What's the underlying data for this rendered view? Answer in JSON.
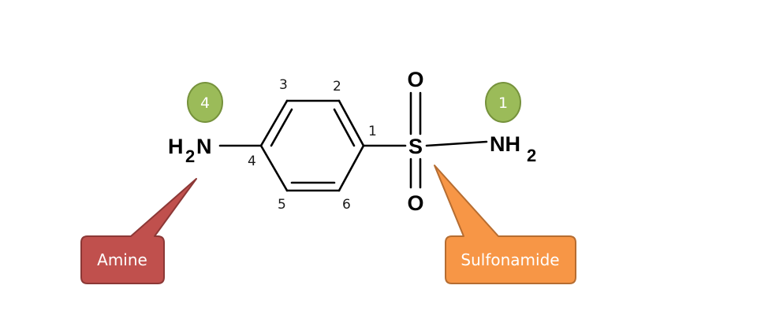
{
  "molecule": {
    "amine_group": {
      "h": "H",
      "sub": "2",
      "n": "N"
    },
    "sulfonamide_group": {
      "nh": "NH",
      "sub": "2"
    },
    "sulfur": "S",
    "oxygen_top": "O",
    "oxygen_bottom": "O",
    "ring_positions": [
      "1",
      "2",
      "3",
      "4",
      "5",
      "6"
    ]
  },
  "badges": [
    {
      "label": "4",
      "color": "#9bbb59"
    },
    {
      "label": "1",
      "color": "#9bbb59"
    }
  ],
  "callouts": [
    {
      "label": "Amine",
      "color": "#c0504d"
    },
    {
      "label": "Sulfonamide",
      "color": "#f79646"
    }
  ],
  "colors": {
    "bond": "#000000",
    "badge_border": "#76923c",
    "amine_border": "#8c3836",
    "sulfonamide_border": "#b66d31"
  }
}
